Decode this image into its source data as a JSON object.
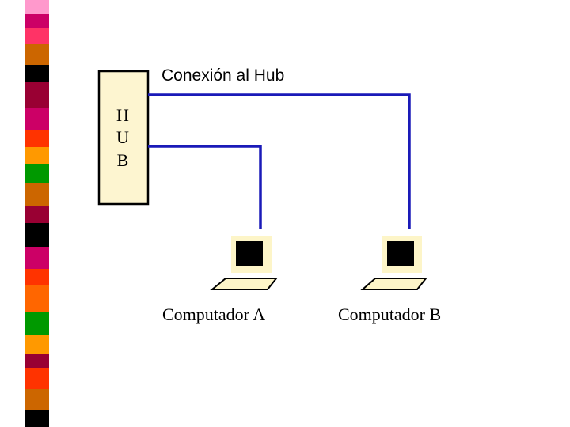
{
  "diagram": {
    "title": "Conexión al Hub",
    "hub_letters": [
      "H",
      "U",
      "B"
    ],
    "computers": [
      {
        "label": "Computador A"
      },
      {
        "label": "Computador B"
      }
    ]
  },
  "colors": {
    "hub_fill": "#fdf5d0",
    "cable": "#1a1ab8",
    "monitor_frame": "#fdf5c8",
    "screen": "#000000",
    "strip": [
      "#ff99cc",
      "#cc0066",
      "#ff6600",
      "#cc6600",
      "#000000",
      "#990033",
      "#cc0066",
      "#ff3300",
      "#ff9900",
      "#009900",
      "#cc6600",
      "#cc0066"
    ]
  }
}
